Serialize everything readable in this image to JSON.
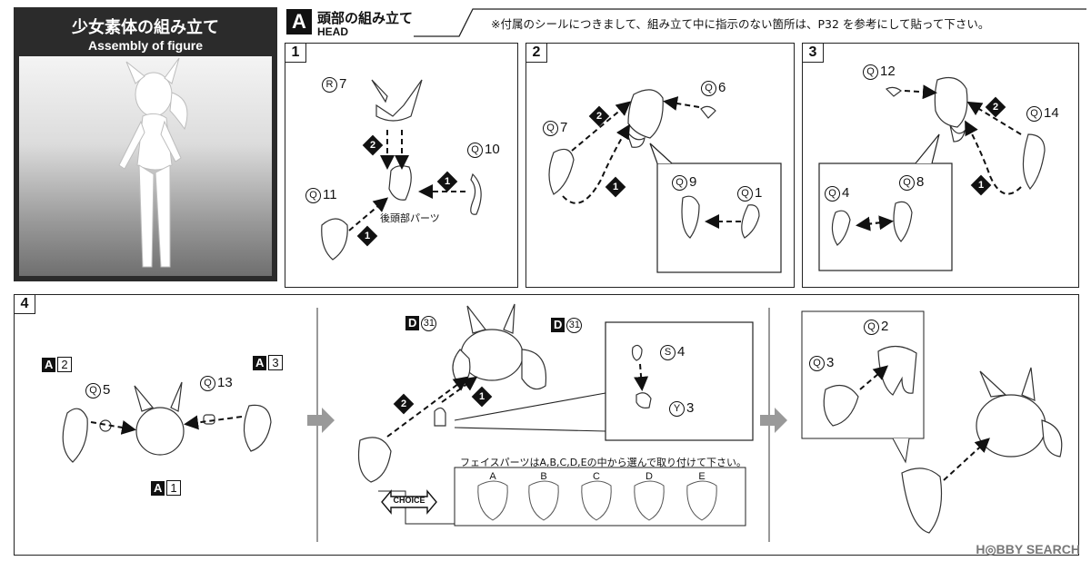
{
  "header": {
    "title_jp": "少女素体の組み立て",
    "title_en": "Assembly of figure"
  },
  "section": {
    "letter": "A",
    "title_jp": "頭部の組み立て",
    "title_en": "HEAD",
    "note": "※付属のシールにつきまして、組み立て中に指示のない箇所は、P32 を参考にして貼って下さい。"
  },
  "steps": {
    "s1": {
      "num": "1",
      "parts": {
        "r7": "7",
        "q10": "10",
        "q11": "11",
        "r_letter": "R",
        "q_letter": "Q"
      },
      "rear_head_label": "後頭部パーツ"
    },
    "s2": {
      "num": "2",
      "parts": {
        "q6": "6",
        "q7": "7",
        "q9": "9",
        "q1": "1",
        "q_letter": "Q"
      }
    },
    "s3": {
      "num": "3",
      "parts": {
        "q12": "12",
        "q14": "14",
        "q4": "4",
        "q8": "8",
        "q_letter": "Q"
      }
    },
    "s4": {
      "num": "4",
      "parts": {
        "a2_letter": "A",
        "a2": "2",
        "a3_letter": "A",
        "a3": "3",
        "a1_letter": "A",
        "a1": "1",
        "q5": "5",
        "q13": "13",
        "d31_left_letter": "D",
        "d31_left": "31",
        "d31_right_letter": "D",
        "d31_right": "31",
        "s4": "4",
        "y3": "3",
        "q2": "2",
        "q3": "3",
        "q_letter": "Q",
        "s_letter": "S",
        "y_letter": "Y"
      },
      "face_note": "フェイスパーツはA,B,C,D,Eの中から選んで取り付けて下さい。",
      "choice_label": "CHOICE",
      "faces": [
        "A",
        "B",
        "C",
        "D",
        "E"
      ]
    }
  },
  "badges": {
    "one": "1",
    "two": "2"
  },
  "watermark": "H◎BBY SEARCH"
}
